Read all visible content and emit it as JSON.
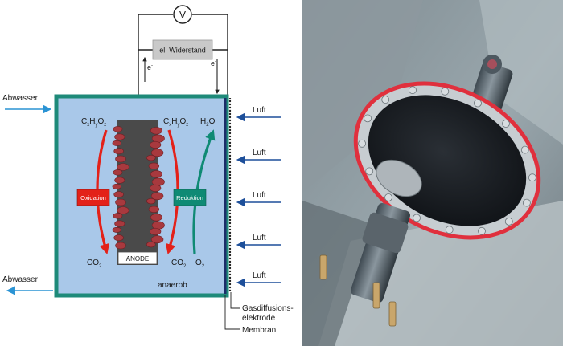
{
  "diagram": {
    "voltmeter_symbol": "V",
    "resistor_label": "el. Widerstand",
    "electron_left": "e",
    "electron_right": "e",
    "electron_sup": "-",
    "inlet_label": "Abwasser",
    "outlet_label": "Abwasser",
    "air_labels": [
      "Luft",
      "Luft",
      "Luft",
      "Luft",
      "Luft"
    ],
    "organic_left": {
      "c": "C",
      "x": "x",
      "h": "H",
      "y": "y",
      "o": "O",
      "z": "z"
    },
    "organic_right": {
      "c": "C",
      "x": "x",
      "h": "H",
      "y": "y",
      "o": "O",
      "z": "z"
    },
    "water": {
      "h": "H",
      "n": "2",
      "o": "O"
    },
    "oxidation_label": "Oxidation",
    "reduction_label": "Reduktion",
    "co2_left": {
      "base": "CO",
      "sub": "2"
    },
    "co2_right": {
      "base": "CO",
      "sub": "2"
    },
    "o2": {
      "base": "O",
      "sub": "2"
    },
    "anode_label": "ANODE",
    "anaerob_label": "anaerob",
    "gde_label_line1": "Gasdiffusions-",
    "gde_label_line2": "elektrode",
    "membrane_label": "Membran",
    "colors": {
      "tank_border": "#1e8a79",
      "tank_fill": "#a9c8e9",
      "oxidation": "#e32119",
      "reduction": "#0f8a74",
      "arrow_blue": "#2a93d4",
      "air_arrow": "#1d4f9a",
      "anode": "#4a4a4a",
      "biofilm": "#a8393e"
    }
  }
}
